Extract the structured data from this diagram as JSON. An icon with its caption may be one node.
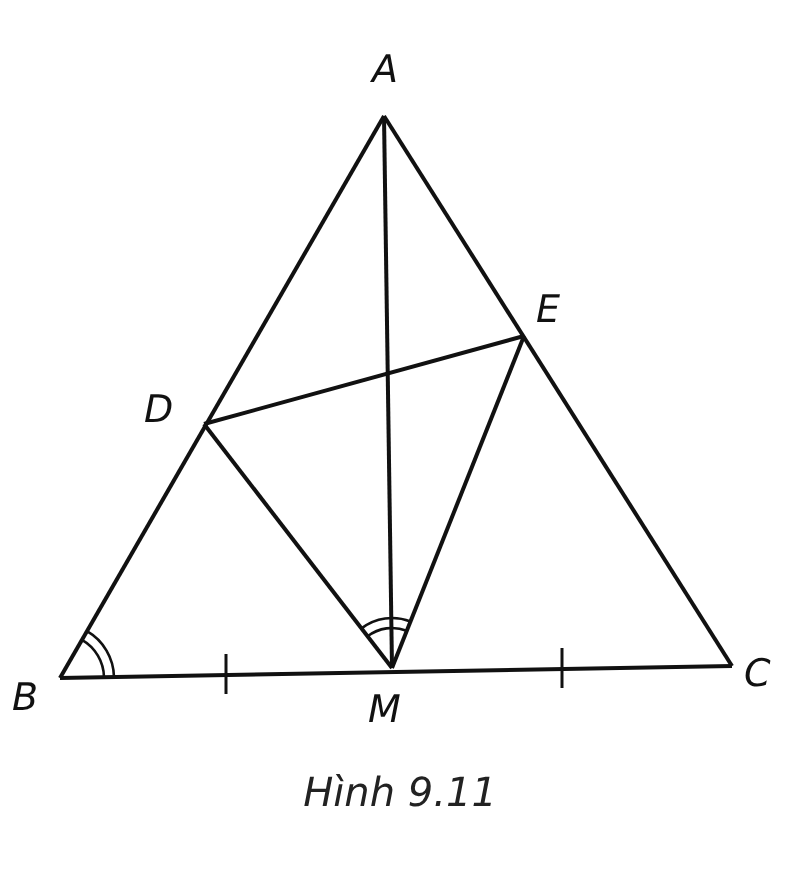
{
  "diagram": {
    "caption": "Hình 9.11",
    "labels": [
      "A",
      "E",
      "D",
      "B",
      "M",
      "C"
    ]
  }
}
